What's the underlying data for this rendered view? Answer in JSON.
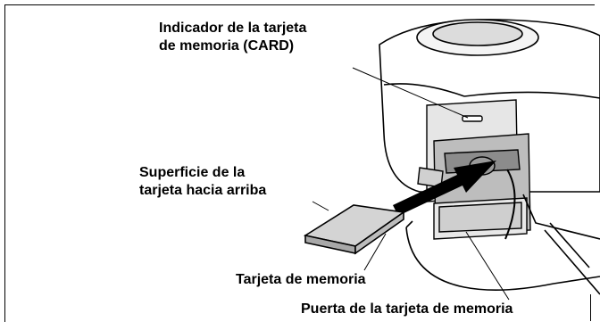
{
  "labels": {
    "card_indicator": [
      "Indicador de la tarjeta",
      "de memoria (CARD)"
    ],
    "card_surface": [
      "Superficie de la",
      "tarjeta hacia arriba"
    ],
    "memory_card": "Tarjeta de memoria",
    "card_door": "Puerta de la tarjeta de memoria"
  }
}
